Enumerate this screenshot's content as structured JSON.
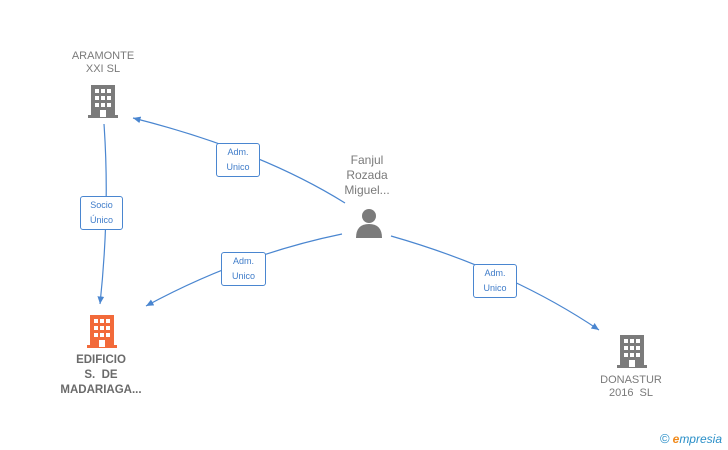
{
  "nodes": {
    "aramonte": {
      "lines": [
        "ARAMONTE",
        "XXI SL"
      ],
      "type": "company",
      "color": "#7b7b7b"
    },
    "edificio": {
      "lines": [
        "EDIFICIO",
        "S.  DE",
        "MADARIAGA..."
      ],
      "type": "company",
      "color": "#f26a3a"
    },
    "donastur": {
      "lines": [
        "DONASTUR",
        "2016  SL"
      ],
      "type": "company",
      "color": "#7b7b7b"
    },
    "fanjul": {
      "lines": [
        "Fanjul",
        "Rozada",
        "Miguel..."
      ],
      "type": "person",
      "color": "#7b7b7b"
    }
  },
  "edges": {
    "fanjul_aramonte": {
      "lines": [
        "Adm.",
        "Unico"
      ]
    },
    "aramonte_edificio": {
      "lines": [
        "Socio",
        "Único"
      ]
    },
    "fanjul_edificio": {
      "lines": [
        "Adm.",
        "Unico"
      ]
    },
    "fanjul_donastur": {
      "lines": [
        "Adm.",
        "Unico"
      ]
    }
  },
  "colors": {
    "edge": "#4a86d0",
    "label_border": "#4a86d0"
  },
  "footer": {
    "copyright": "©",
    "brand_first": "e",
    "brand_rest": "mpresia"
  }
}
